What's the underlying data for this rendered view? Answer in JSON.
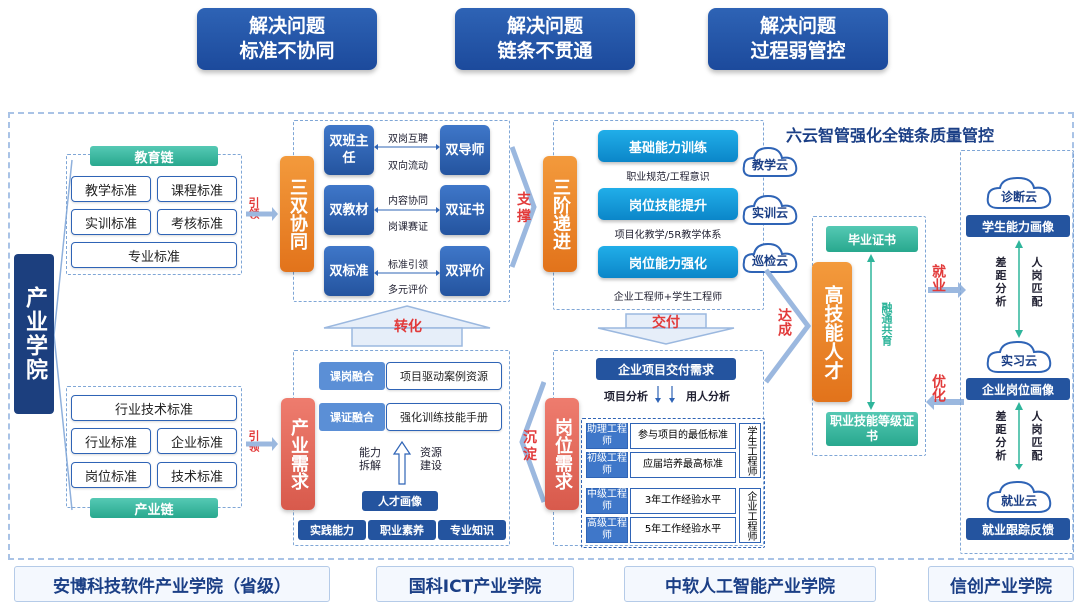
{
  "headers": [
    {
      "line1": "解决问题",
      "line2": "标准不协同"
    },
    {
      "line1": "解决问题",
      "line2": "链条不贯通"
    },
    {
      "line1": "解决问题",
      "line2": "过程弱管控"
    }
  ],
  "main_title": "产业学院",
  "left": {
    "edu_chain": "教育链",
    "edu_items": [
      "教学标准",
      "课程标准",
      "实训标准",
      "考核标准",
      "专业标准"
    ],
    "ind_items": [
      "行业技术标准",
      "行业标准",
      "企业标准",
      "岗位标准",
      "技术标准"
    ],
    "ind_chain": "产业链",
    "lead_top": "引领",
    "lead_bottom": "引领"
  },
  "three_double": {
    "title": "三双协同",
    "pairs": [
      {
        "left": "双班主任",
        "right": "双导师",
        "mid1": "双岗互聘",
        "mid2": "双向流动"
      },
      {
        "left": "双教材",
        "right": "双证书",
        "mid1": "内容协同",
        "mid2": "岗课赛证"
      },
      {
        "left": "双标准",
        "right": "双评价",
        "mid1": "标准引领",
        "mid2": "多元评价"
      }
    ]
  },
  "transform": "转化",
  "support": "支撑",
  "settle": "沉淀",
  "industry_demand": {
    "title": "产业需求",
    "row1_tag": "课岗融合",
    "row1_text": "项目驱动案例资源",
    "row2_tag": "课证融合",
    "row2_text": "强化训练技能手册",
    "split": "能力拆解",
    "build": "资源建设",
    "portrait": "人才画像",
    "bottom": [
      "实践能力",
      "职业素养",
      "专业知识"
    ]
  },
  "three_stage": {
    "title": "三阶递进",
    "items": [
      {
        "label": "基础能力训练",
        "sub": "职业规范/工程意识",
        "cloud": "教学云"
      },
      {
        "label": "岗位技能提升",
        "sub": "项目化教学/5R教学体系",
        "cloud": "实训云"
      },
      {
        "label": "岗位能力强化",
        "sub": "企业工程师+学生工程师",
        "cloud": "巡检云"
      }
    ]
  },
  "deliver": "交付",
  "post_demand": {
    "title": "岗位需求",
    "project": "企业项目交付需求",
    "analysis1": "项目分析",
    "analysis2": "用人分析",
    "rows": [
      {
        "level": "助理工程师",
        "desc": "参与项目的最低标准"
      },
      {
        "level": "初级工程师",
        "desc": "应届培养最高标准"
      },
      {
        "level": "中级工程师",
        "desc": "3年工作经验水平"
      },
      {
        "level": "高级工程师",
        "desc": "5年工作经验水平"
      }
    ],
    "side1": "学生工程师",
    "side2": "企业工程师"
  },
  "quality_title": "六云智管强化全链条质量管控",
  "talent": {
    "title": "高技能人才",
    "cert_top": "毕业证书",
    "cert_bottom": "职业技能等级证书",
    "share": "融通共育",
    "achieve": "达成"
  },
  "right": {
    "employ": "就业",
    "optimize": "优化",
    "clouds": [
      {
        "cloud": "诊断云",
        "label": "学生能力画像"
      },
      {
        "cloud": "实习云",
        "label": "企业岗位画像"
      },
      {
        "cloud": "就业云",
        "label": "就业跟踪反馈"
      }
    ],
    "gap": "差距分析",
    "match": "人岗匹配"
  },
  "bottom_bar": [
    "安博科技软件产业学院（省级）",
    "国科ICT产业学院",
    "中软人工智能产业学院",
    "信创产业学院"
  ],
  "colors": {
    "primary": "#2f64b6",
    "orange": "#e8801f",
    "teal": "#2fb59b",
    "cyan": "#0b9fe3",
    "red": "#e23a3a"
  }
}
